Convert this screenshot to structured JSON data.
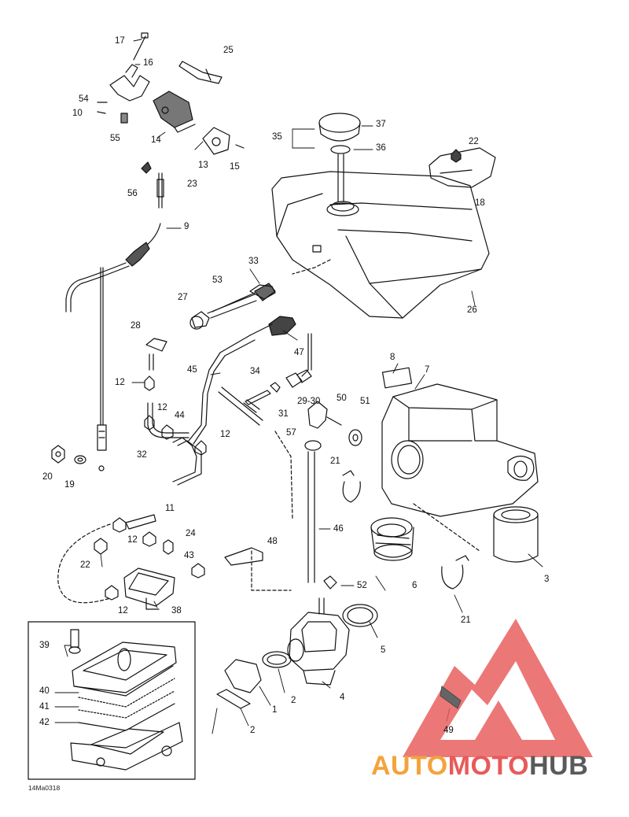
{
  "diagram": {
    "drawing_code": "14Ma0318",
    "callouts": [
      {
        "id": "c17",
        "text": "17"
      },
      {
        "id": "c16",
        "text": "16"
      },
      {
        "id": "c25",
        "text": "25"
      },
      {
        "id": "c54",
        "text": "54"
      },
      {
        "id": "c10",
        "text": "10"
      },
      {
        "id": "c55",
        "text": "55"
      },
      {
        "id": "c14",
        "text": "14"
      },
      {
        "id": "c13",
        "text": "13"
      },
      {
        "id": "c15",
        "text": "15"
      },
      {
        "id": "c35",
        "text": "35"
      },
      {
        "id": "c37",
        "text": "37"
      },
      {
        "id": "c36",
        "text": "36"
      },
      {
        "id": "c22a",
        "text": "22"
      },
      {
        "id": "c18",
        "text": "18"
      },
      {
        "id": "c56",
        "text": "56"
      },
      {
        "id": "c23",
        "text": "23"
      },
      {
        "id": "c9",
        "text": "9"
      },
      {
        "id": "c33",
        "text": "33"
      },
      {
        "id": "c53",
        "text": "53"
      },
      {
        "id": "c27",
        "text": "27"
      },
      {
        "id": "c26",
        "text": "26"
      },
      {
        "id": "c28",
        "text": "28"
      },
      {
        "id": "c47",
        "text": "47"
      },
      {
        "id": "c45",
        "text": "45"
      },
      {
        "id": "c8",
        "text": "8"
      },
      {
        "id": "c7",
        "text": "7"
      },
      {
        "id": "c12a",
        "text": "12"
      },
      {
        "id": "c34",
        "text": "34"
      },
      {
        "id": "c31",
        "text": "31"
      },
      {
        "id": "c2930",
        "text": "29-30"
      },
      {
        "id": "c50",
        "text": "50"
      },
      {
        "id": "c51",
        "text": "51"
      },
      {
        "id": "c12b",
        "text": "12"
      },
      {
        "id": "c44",
        "text": "44"
      },
      {
        "id": "c12c",
        "text": "12"
      },
      {
        "id": "c57",
        "text": "57"
      },
      {
        "id": "c32",
        "text": "32"
      },
      {
        "id": "c21a",
        "text": "21"
      },
      {
        "id": "c20",
        "text": "20"
      },
      {
        "id": "c19",
        "text": "19"
      },
      {
        "id": "c11",
        "text": "11"
      },
      {
        "id": "c46",
        "text": "46"
      },
      {
        "id": "c12d",
        "text": "12"
      },
      {
        "id": "c24",
        "text": "24"
      },
      {
        "id": "c48",
        "text": "48"
      },
      {
        "id": "c22b",
        "text": "22"
      },
      {
        "id": "c43",
        "text": "43"
      },
      {
        "id": "c6",
        "text": "6"
      },
      {
        "id": "c3",
        "text": "3"
      },
      {
        "id": "c52",
        "text": "52"
      },
      {
        "id": "c12e",
        "text": "12"
      },
      {
        "id": "c38",
        "text": "38"
      },
      {
        "id": "c21b",
        "text": "21"
      },
      {
        "id": "c5",
        "text": "5"
      },
      {
        "id": "c39",
        "text": "39"
      },
      {
        "id": "c4",
        "text": "4"
      },
      {
        "id": "c2a",
        "text": "2"
      },
      {
        "id": "c40",
        "text": "40"
      },
      {
        "id": "c1",
        "text": "1"
      },
      {
        "id": "c41",
        "text": "41"
      },
      {
        "id": "c42",
        "text": "42"
      },
      {
        "id": "c2b",
        "text": "2"
      },
      {
        "id": "c49",
        "text": "49"
      }
    ]
  },
  "watermark": {
    "part1": "AUTO",
    "part2": "MOTO",
    "part3": "HUB",
    "logo_color": "#e85a5a",
    "accent_color": "#f5a23c",
    "dark_color": "#5a5a5a"
  }
}
